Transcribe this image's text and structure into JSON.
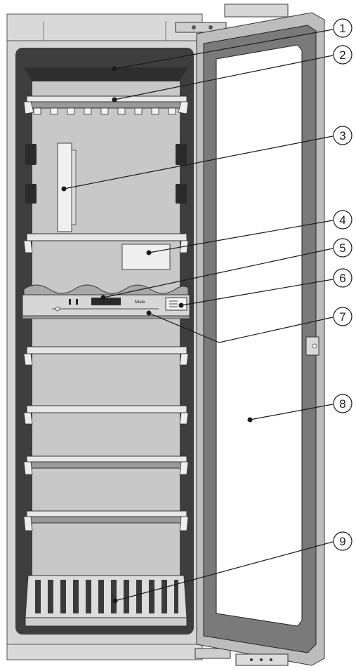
{
  "callouts": [
    {
      "number": "1"
    },
    {
      "number": "2"
    },
    {
      "number": "3"
    },
    {
      "number": "4"
    },
    {
      "number": "5"
    },
    {
      "number": "6"
    },
    {
      "number": "7"
    },
    {
      "number": "8"
    },
    {
      "number": "9"
    }
  ],
  "panel": {
    "brand": "Miele"
  },
  "colors": {
    "cabinet": "#d4d4d4",
    "interior": "#c6c6c6",
    "liner": "#3e3e3e",
    "door_frame": "#bdbdbd",
    "door_gasket": "#7a7a7a",
    "shelf": "#e6e6e6",
    "line": "#1a1a1a"
  }
}
